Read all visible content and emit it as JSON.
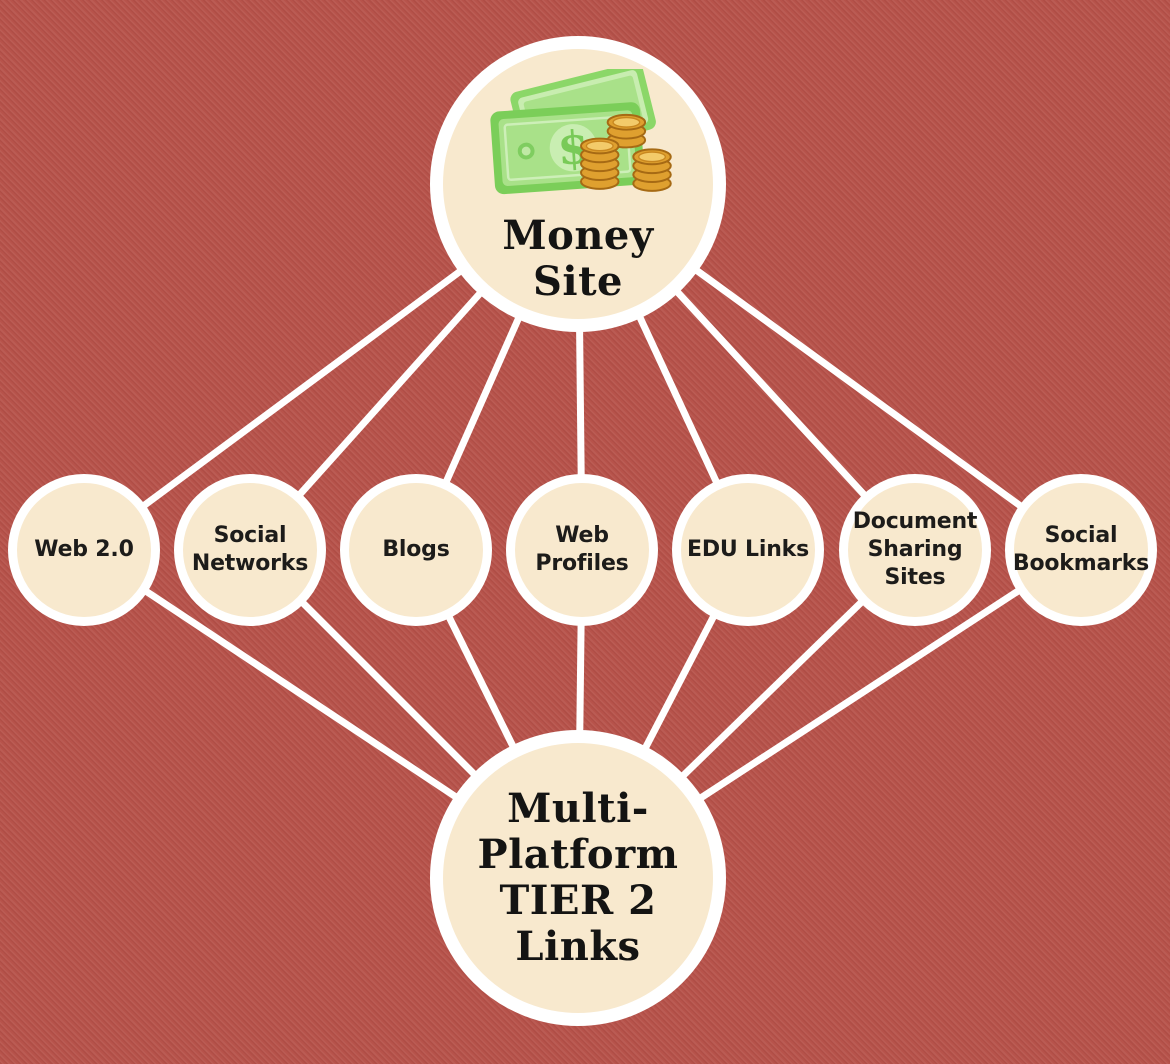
{
  "palette": {
    "background": "#b7534b",
    "node_fill": "#f8e9ce",
    "node_border": "#ffffff",
    "connector": "#ffffff",
    "label_color": "#1d1c1a",
    "bill_green": "#7bce59",
    "coin_gold": "#dfa02f"
  },
  "nodes": {
    "top": {
      "label": "Money Site",
      "icon": "money-bills-coins-icon"
    },
    "middle": [
      {
        "label": "Web 2.0"
      },
      {
        "label": "Social Networks"
      },
      {
        "label": "Blogs"
      },
      {
        "label": "Web Profiles"
      },
      {
        "label": "EDU Links"
      },
      {
        "label": "Document Sharing Sites"
      },
      {
        "label": "Social Bookmarks"
      }
    ],
    "bottom": {
      "label": "Multi-Platform TIER 2 Links"
    }
  },
  "edges": [
    {
      "from": "Money Site",
      "to": "Web 2.0"
    },
    {
      "from": "Money Site",
      "to": "Social Networks"
    },
    {
      "from": "Money Site",
      "to": "Blogs"
    },
    {
      "from": "Money Site",
      "to": "Web Profiles"
    },
    {
      "from": "Money Site",
      "to": "EDU Links"
    },
    {
      "from": "Money Site",
      "to": "Document Sharing Sites"
    },
    {
      "from": "Money Site",
      "to": "Social Bookmarks"
    },
    {
      "from": "Web 2.0",
      "to": "Multi-Platform TIER 2 Links"
    },
    {
      "from": "Social Networks",
      "to": "Multi-Platform TIER 2 Links"
    },
    {
      "from": "Blogs",
      "to": "Multi-Platform TIER 2 Links"
    },
    {
      "from": "Web Profiles",
      "to": "Multi-Platform TIER 2 Links"
    },
    {
      "from": "EDU Links",
      "to": "Multi-Platform TIER 2 Links"
    },
    {
      "from": "Document Sharing Sites",
      "to": "Multi-Platform TIER 2 Links"
    },
    {
      "from": "Social Bookmarks",
      "to": "Multi-Platform TIER 2 Links"
    }
  ]
}
